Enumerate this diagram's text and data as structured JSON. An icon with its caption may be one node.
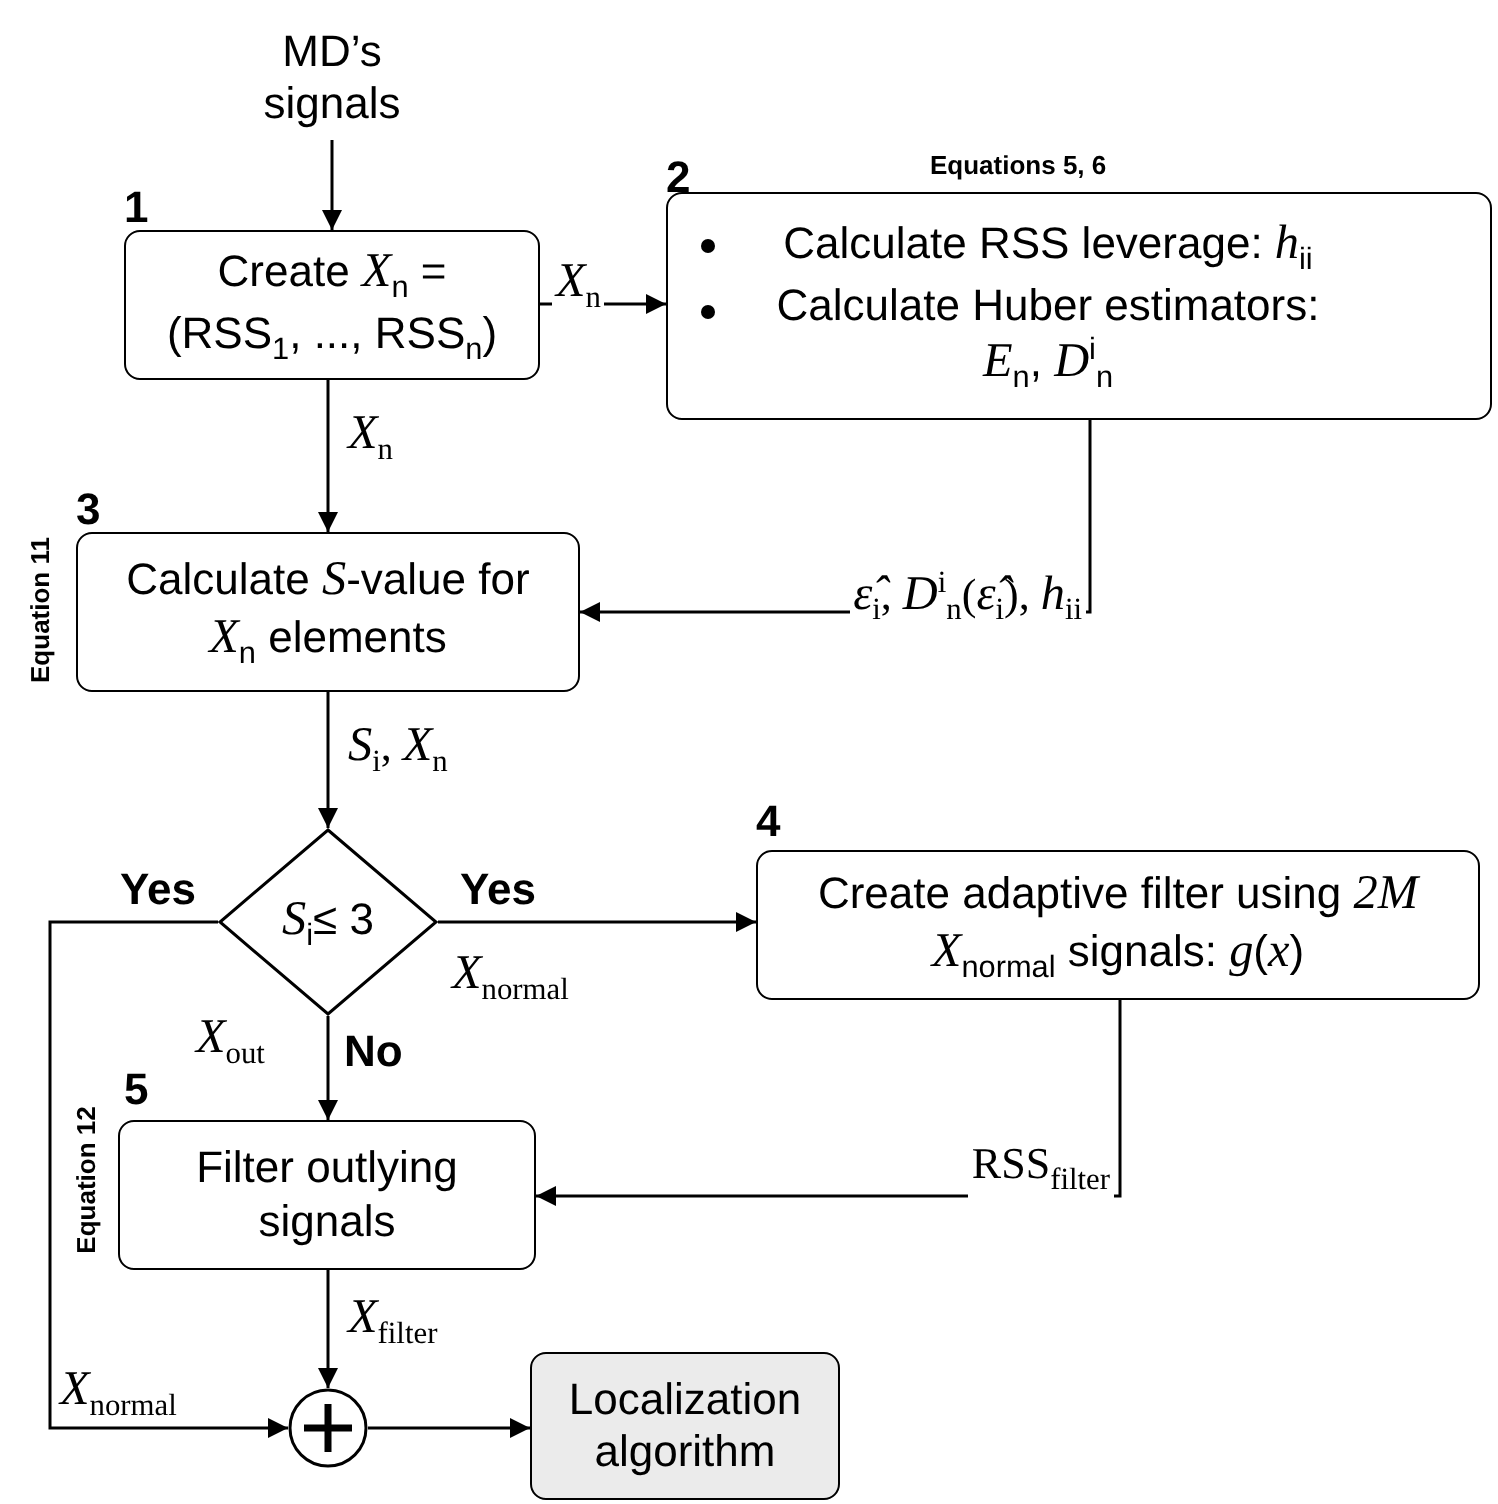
{
  "diagram": {
    "nodes": [
      {
        "text": [
          "MD’s signals"
        ]
      },
      {
        "text": [
          "Create *X*$_{n}$ = (RSS$_{1}$, ..., RSS$_{n}$)"
        ],
        "beside": [
          "1"
        ]
      },
      {
        "text": [
          "Calculate RSS leverage: *h*$_{ii}$",
          "Calculate Huber estimators: *E*$_{n}$, *D*$^{i}$$_{n}$"
        ],
        "beside": [
          "2",
          "Equations 5, 6"
        ]
      },
      {
        "text": [
          "Calculate *S*-value for *X*$_{n}$ elements"
        ],
        "beside": [
          "3",
          "Equation 11"
        ]
      },
      {
        "text": [
          "*S*$_{i}$≤ 3"
        ]
      },
      {
        "text": [
          "Create adaptive filter using *2M* *X*$_{normal}$ signals: *g*(*x*)"
        ],
        "beside": [
          "4"
        ]
      },
      {
        "text": [
          "Filter outlying signals"
        ],
        "beside": [
          "5",
          "Equation 12"
        ]
      },
      {
        "text": [],
        "shape": "circle"
      },
      {
        "text": [
          "Localization algorithm"
        ]
      }
    ],
    "edges": [
      {
        "from": 0,
        "to": 1,
        "arrow": "to"
      },
      {
        "from": 1,
        "to": 2,
        "arrow": "to",
        "label": "*X*$_{n}$"
      },
      {
        "from": 1,
        "to": 3,
        "arrow": "to",
        "label": "*X*$_{n}$"
      },
      {
        "from": 2,
        "to": 3,
        "arrow": "to",
        "label": "*ε̂*$_{i}$, *D*$^{i}$$_{n}$(*ε̂*$_{i}$), *h*$_{ii}$"
      },
      {
        "from": 3,
        "to": 4,
        "arrow": "to",
        "label": "*S*$_{i}$, *X*$_{n}$"
      },
      {
        "from": 4,
        "to": 5,
        "arrow": "to",
        "label": "Yes"
      },
      {
        "from": 4,
        "to": 6,
        "arrow": "to",
        "label": "No"
      },
      {
        "from": 4,
        "to": 7,
        "arrow": "to",
        "label": "Yes"
      },
      {
        "from": 5,
        "to": 6,
        "arrow": "to",
        "label": "RSS$_{filter}$"
      },
      {
        "from": 6,
        "to": 7,
        "arrow": "to",
        "label": "*X*$_{filter}$"
      },
      {
        "from": 7,
        "to": 8,
        "arrow": "to"
      }
    ],
    "labels": [
      "*X*$_{normal}$",
      "*X*$_{out}$",
      "*X*$_{normal}$"
    ]
  }
}
